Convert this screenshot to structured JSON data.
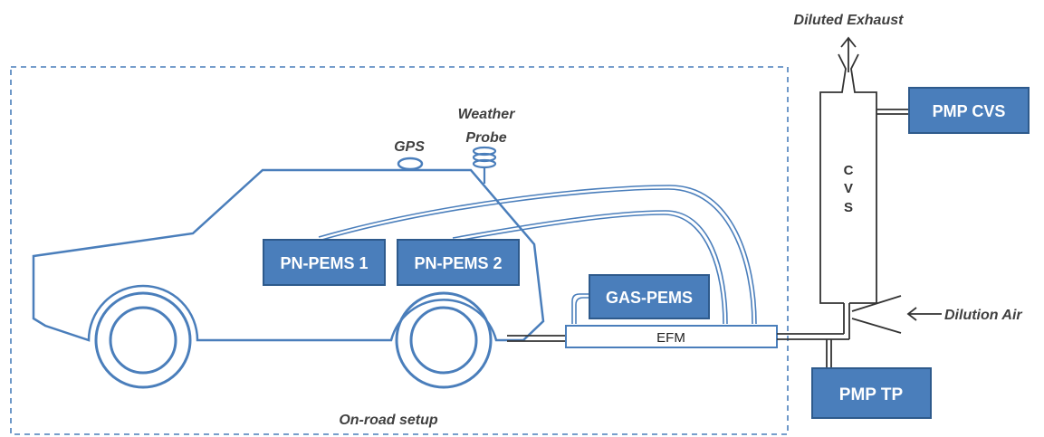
{
  "labels": {
    "diluted_exhaust": "Diluted Exhaust",
    "weather_probe_line1": "Weather",
    "weather_probe_line2": "Probe",
    "gps": "GPS",
    "dilution_air": "Dilution Air",
    "onroad_setup": "On-road setup",
    "cvs_letters": [
      "C",
      "V",
      "S"
    ]
  },
  "boxes": {
    "pn_pems_1": "PN-PEMS 1",
    "pn_pems_2": "PN-PEMS 2",
    "gas_pems": "GAS-PEMS",
    "pmp_cvs": "PMP CVS",
    "pmp_tp": "PMP TP",
    "efm": "EFM"
  },
  "colors": {
    "box_fill": "#4a7ebb",
    "box_border": "#2e5a8c",
    "vehicle_line": "#4a7ebb",
    "dashed_border": "#4a7ebb",
    "dark_line": "#333333",
    "label_text": "#404040"
  }
}
